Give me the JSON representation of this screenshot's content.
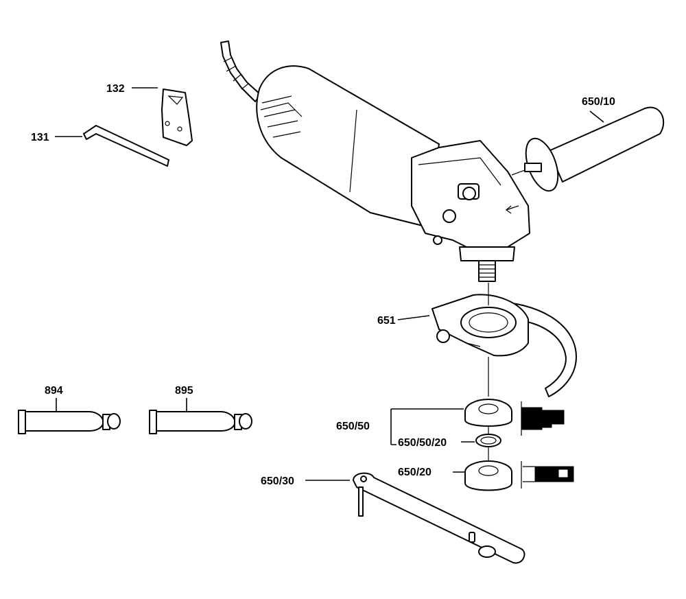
{
  "labels": {
    "l132": "132",
    "l131": "131",
    "l650_10": "650/10",
    "l651": "651",
    "l894": "894",
    "l895": "895",
    "l650_50": "650/50",
    "l650_50_20": "650/50/20",
    "l650_20": "650/20",
    "l650_30": "650/30"
  },
  "colors": {
    "line": "#000000",
    "background": "#ffffff"
  }
}
